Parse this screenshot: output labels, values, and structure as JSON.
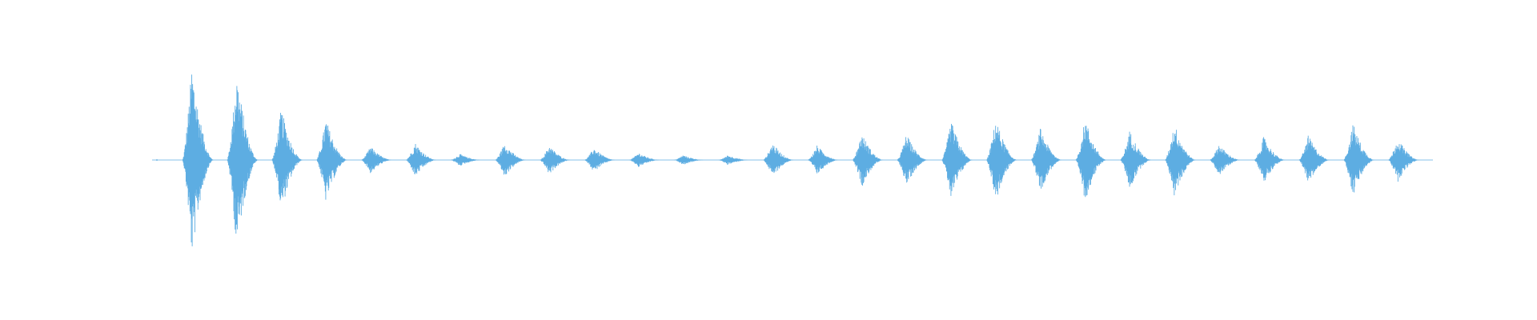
{
  "waveform": {
    "color": "#5dade2",
    "background": "#ffffff",
    "bursts": [
      {
        "amp": 0.78,
        "dur": 0.017
      },
      {
        "amp": 0.72,
        "dur": 0.017
      },
      {
        "amp": 0.42,
        "dur": 0.016
      },
      {
        "amp": 0.34,
        "dur": 0.02
      },
      {
        "amp": 0.11,
        "dur": 0.018
      },
      {
        "amp": 0.14,
        "dur": 0.018
      },
      {
        "amp": 0.05,
        "dur": 0.02
      },
      {
        "amp": 0.14,
        "dur": 0.018
      },
      {
        "amp": 0.12,
        "dur": 0.017
      },
      {
        "amp": 0.1,
        "dur": 0.018
      },
      {
        "amp": 0.06,
        "dur": 0.018
      },
      {
        "amp": 0.04,
        "dur": 0.018
      },
      {
        "amp": 0.04,
        "dur": 0.016
      },
      {
        "amp": 0.14,
        "dur": 0.017
      },
      {
        "amp": 0.12,
        "dur": 0.017
      },
      {
        "amp": 0.22,
        "dur": 0.017
      },
      {
        "amp": 0.21,
        "dur": 0.019
      },
      {
        "amp": 0.32,
        "dur": 0.017
      },
      {
        "amp": 0.34,
        "dur": 0.019
      },
      {
        "amp": 0.26,
        "dur": 0.018
      },
      {
        "amp": 0.34,
        "dur": 0.019
      },
      {
        "amp": 0.24,
        "dur": 0.019
      },
      {
        "amp": 0.3,
        "dur": 0.019
      },
      {
        "amp": 0.13,
        "dur": 0.019
      },
      {
        "amp": 0.19,
        "dur": 0.019
      },
      {
        "amp": 0.2,
        "dur": 0.02
      },
      {
        "amp": 0.3,
        "dur": 0.019
      },
      {
        "amp": 0.18,
        "dur": 0.018
      }
    ]
  }
}
